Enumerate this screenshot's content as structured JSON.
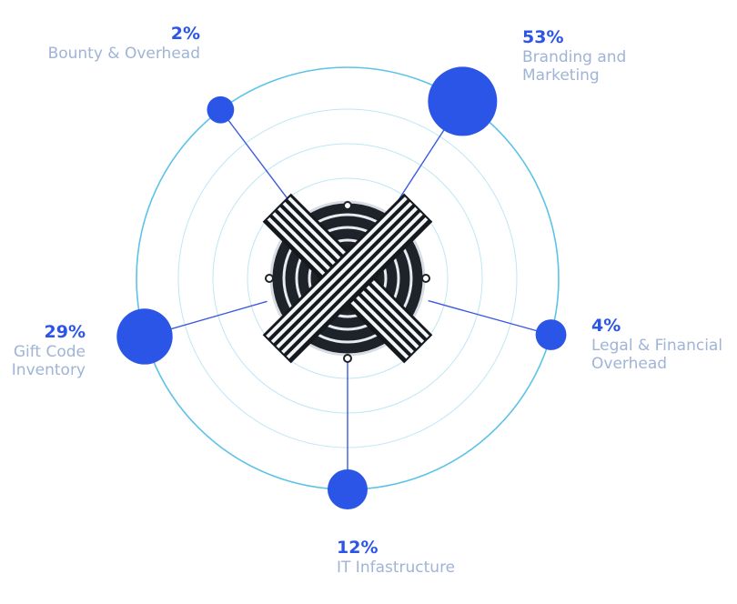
{
  "chart_data": {
    "type": "pie",
    "slices": [
      {
        "key": "branding",
        "percent": "53%",
        "value": 53,
        "lines": [
          "Branding and",
          "Marketing"
        ]
      },
      {
        "key": "legal",
        "percent": "4%",
        "value": 4,
        "lines": [
          "Legal & Financial",
          "Overhead"
        ]
      },
      {
        "key": "it",
        "percent": "12%",
        "value": 12,
        "lines": [
          "IT Infastructure"
        ]
      },
      {
        "key": "giftcode",
        "percent": "29%",
        "value": 29,
        "lines": [
          "Gift Code",
          "Inventory"
        ]
      },
      {
        "key": "bounty",
        "percent": "2%",
        "value": 2,
        "lines": [
          "Bounty & Overhead"
        ]
      }
    ]
  },
  "colors": {
    "accent": "#2b55e6",
    "label": "#9fb4d6",
    "ring": "#5cc3e8",
    "ring_faint": "#bfe6f5",
    "connector": "#3a5ae0"
  },
  "center_logo": {
    "icon": "x-emblem-icon"
  }
}
